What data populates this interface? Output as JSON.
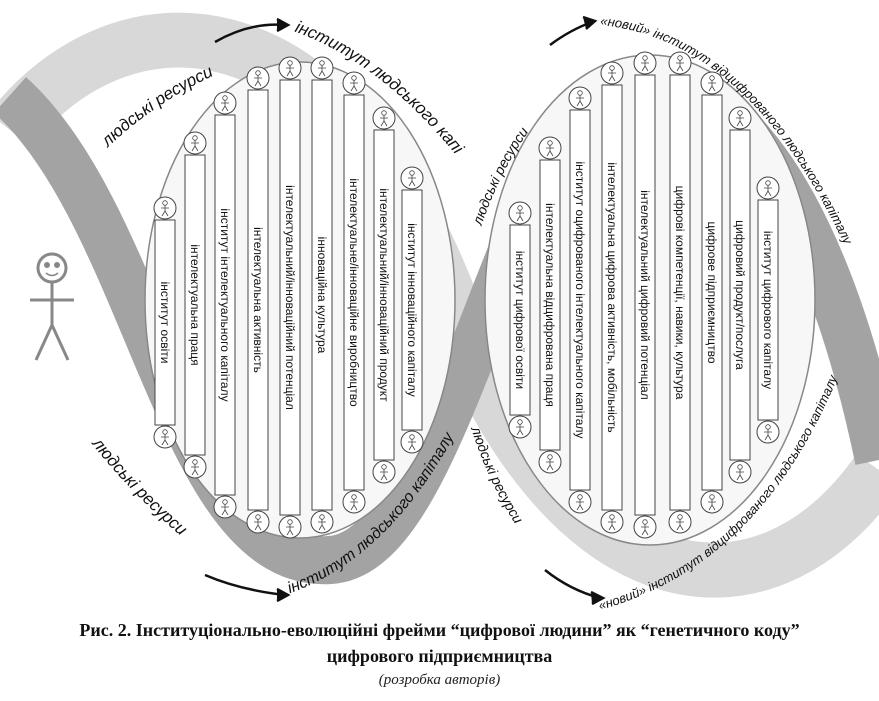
{
  "strand_labels": {
    "human_resources": "людські ресурси",
    "institute_hc": "інститут людського капіталу",
    "human_resources_2": "людські ресурси",
    "institute_hc_2": "інститут людського капіталу",
    "human_resources_3": "людські ресурси",
    "new_institute_digital_hc": "«новий» інститут відцифрованого людського капіталу",
    "human_resources_4": "людські ресурси",
    "new_institute_digital_hc_2": "«новий» інститут відцифрованого людського капіталу"
  },
  "left_helix": {
    "rungs": [
      "інститут освіти",
      "інтелектуальна праця",
      "інститут інтелектуального капіталу",
      "інтелектуальна активність",
      "інтелектуальний/інноваційний потенціал",
      "інноваційна культура",
      "інтелектуальне/інноваційне виробництво",
      "інтелектуальний/інноваційний продукт",
      "інститут інноваційного капіталу"
    ]
  },
  "right_helix": {
    "rungs": [
      "інститут цифрової освіти",
      "інтелектуальна відцифрована праця",
      "інститут оцифрованого інтелектуального капіталу",
      "інтелектуальна цифрова активність, мобільність",
      "інтелектуальний цифровий потенціал",
      "цифрові компетенції, навики, культура",
      "цифрове підприємництво",
      "цифровий продукт/послуга",
      "інститут цифрового капіталу"
    ]
  },
  "caption": {
    "line1": "Рис. 2. Інституціонально-еволюційні фрейми “цифрової людини” як “генетичного коду”",
    "line2": "цифрового підприємництва",
    "line3": "(розробка авторів)"
  },
  "colors": {
    "dark_strand": "#9a9a9a",
    "light_strand": "#d6d6d6",
    "rung_fill": "#ffffff",
    "rung_stroke": "#444444",
    "text": "#111111"
  },
  "icons": [
    "stick-figure-icon",
    "arrow-icon"
  ]
}
